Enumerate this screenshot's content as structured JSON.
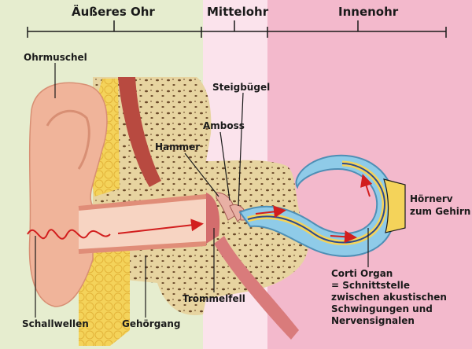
{
  "sections": {
    "outer": "Äußeres Ohr",
    "middle": "Mittelohr",
    "inner": "Innenohr"
  },
  "labels": {
    "ohrmuschel": "Ohrmuschel",
    "steigbuegel": "Steigbügel",
    "amboss": "Amboss",
    "hammer": "Hammer",
    "hoernerv_1": "Hörnerv",
    "hoernerv_2": "zum Gehirn",
    "corti_1": "Corti Organ",
    "corti_2": "= Schnittstelle",
    "corti_3": "zwischen akustischen",
    "corti_4": "Schwingungen und",
    "corti_5": "Nervensignalen",
    "trommelfell": "Trommelfell",
    "schallwellen": "Schallwellen",
    "gehoergang": "Gehörgang"
  },
  "colors": {
    "outer_bg": "#e6edcf",
    "middle_bg": "#fbe3ec",
    "inner_bg": "#f3b9cc",
    "skin": "#f0b49a",
    "bone": "#e7d4a0",
    "fat": "#f4d35a",
    "cochlea_blue": "#8fcbe8",
    "arrow_red": "#d21e1e"
  }
}
